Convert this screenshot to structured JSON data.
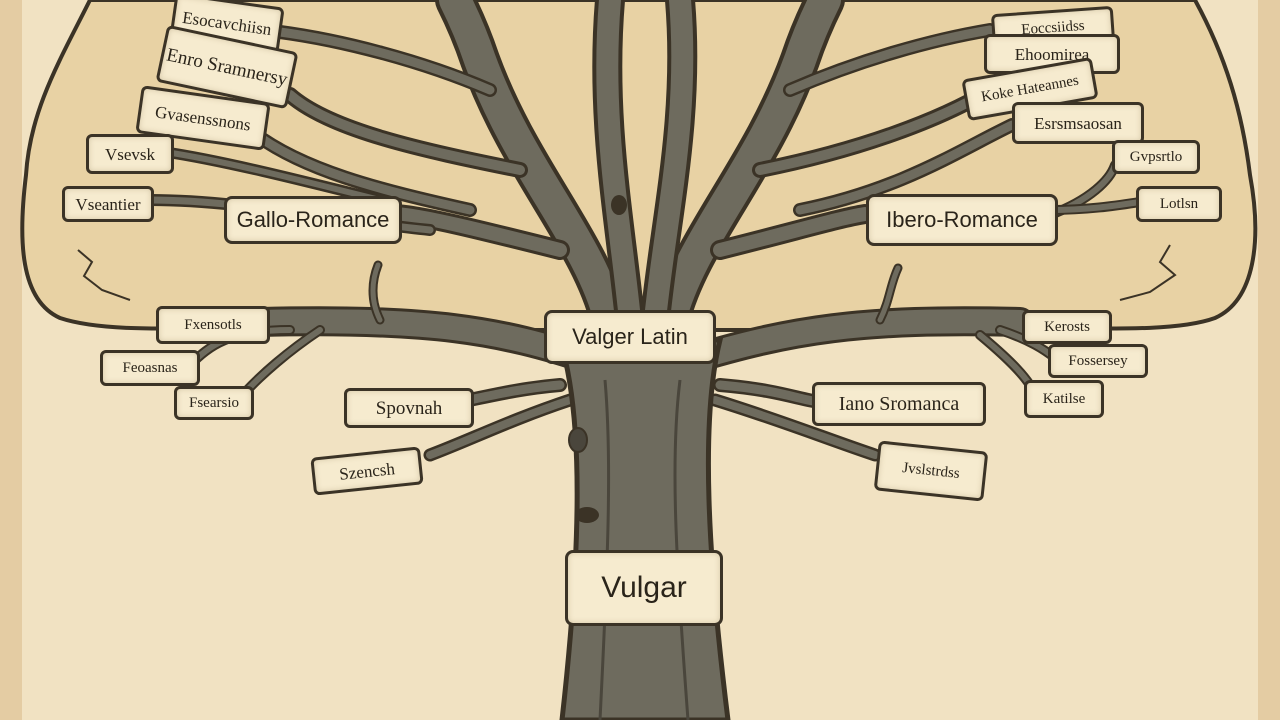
{
  "colors": {
    "parchment": "#f1e2c2",
    "canopy": "#e8d2a4",
    "branch": "#6e6b5e",
    "outline": "#3b3326",
    "label_fill": "#f6ebcf"
  },
  "diagram": {
    "root_label": "Vulgar",
    "hub_label": "Valger Latin",
    "left_group": {
      "label": "Gallo-Romance",
      "leaves": [
        "Esocavchiisn",
        "Enro Sramnersy",
        "Gvasenssnons",
        "Vsevsk",
        "Vseantier",
        "Fxensotls",
        "Feoasnas",
        "Fsearsio",
        "Spovnah",
        "Szencsh"
      ]
    },
    "right_group": {
      "label": "Ibero-Romance",
      "leaves": [
        "Eoccsiidss",
        "Ehoomirea",
        "Koke Hateannes",
        "Esrsmsaosan",
        "Gvpsrtlo",
        "Lotlsn",
        "Kerosts",
        "Fossersey",
        "Katilse",
        "Jvslstrdss"
      ]
    },
    "lower_right_label": "Iano Sromanca"
  }
}
